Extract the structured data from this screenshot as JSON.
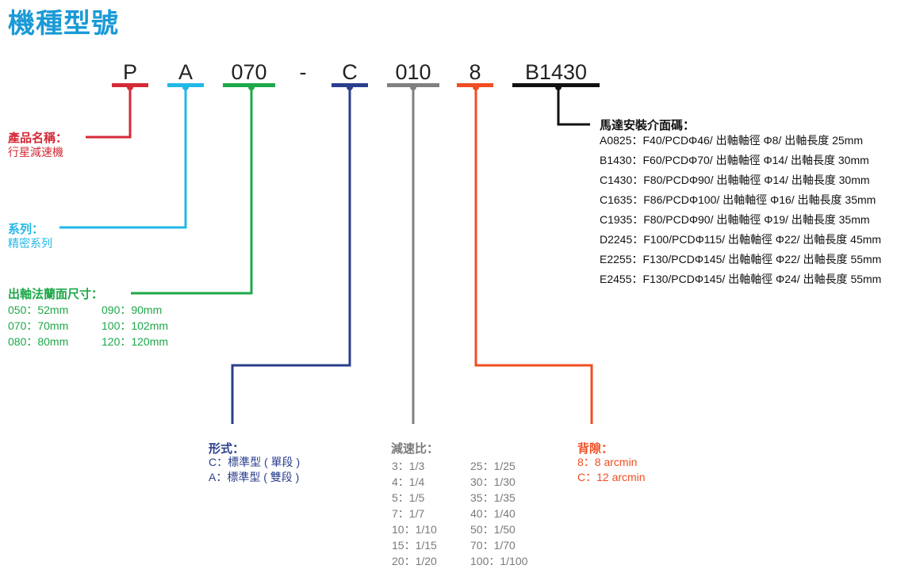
{
  "title": "機種型號",
  "code": {
    "p": "P",
    "a": "A",
    "flange": "070",
    "dash": "-",
    "form": "C",
    "ratio": "010",
    "backlash": "8",
    "motor": "B1430"
  },
  "colors": {
    "product": "#d42a36",
    "series": "#22b8e6",
    "flange": "#1ea84a",
    "form": "#2b3e8e",
    "ratio": "#808080",
    "backlash": "#f04e23",
    "motor": "#111111"
  },
  "product": {
    "heading": "產品名稱：",
    "value": "行星減速機"
  },
  "series": {
    "heading": "系列：",
    "value": "精密系列"
  },
  "flange": {
    "heading": "出軸法蘭面尺寸：",
    "col1": [
      "050：52mm",
      "070：70mm",
      "080：80mm"
    ],
    "col2": [
      "090：90mm",
      "100：102mm",
      "120：120mm"
    ]
  },
  "motor": {
    "heading": "馬達安裝介面碼：",
    "items": [
      "A0825：F40/PCDΦ46/ 出軸軸徑 Φ8/ 出軸長度 25mm",
      "B1430：F60/PCDΦ70/ 出軸軸徑 Φ14/ 出軸長度 30mm",
      "C1430：F80/PCDΦ90/ 出軸軸徑 Φ14/ 出軸長度 30mm",
      "C1635：F86/PCDΦ100/ 出軸軸徑 Φ16/ 出軸長度 35mm",
      "C1935：F80/PCDΦ90/ 出軸軸徑 Φ19/ 出軸長度 35mm",
      "D2245：F100/PCDΦ115/ 出軸軸徑 Φ22/ 出軸長度 45mm",
      "E2255：F130/PCDΦ145/ 出軸軸徑 Φ22/ 出軸長度 55mm",
      "E2455：F130/PCDΦ145/ 出軸軸徑 Φ24/ 出軸長度 55mm"
    ]
  },
  "form": {
    "heading": "形式：",
    "items": [
      "C：標準型 ( 單段 )",
      "A：標準型 ( 雙段 )"
    ]
  },
  "ratio": {
    "heading": "減速比：",
    "col1": [
      "3：1/3",
      "4：1/4",
      "5：1/5",
      "7：1/7",
      "10：1/10",
      "15：1/15",
      "20：1/20"
    ],
    "col2": [
      "25：1/25",
      "30：1/30",
      "35：1/35",
      "40：1/40",
      "50：1/50",
      "70：1/70",
      "100：1/100"
    ]
  },
  "backlash": {
    "heading": "背隙：",
    "items": [
      "8：8 arcmin",
      "C：12 arcmin"
    ]
  }
}
